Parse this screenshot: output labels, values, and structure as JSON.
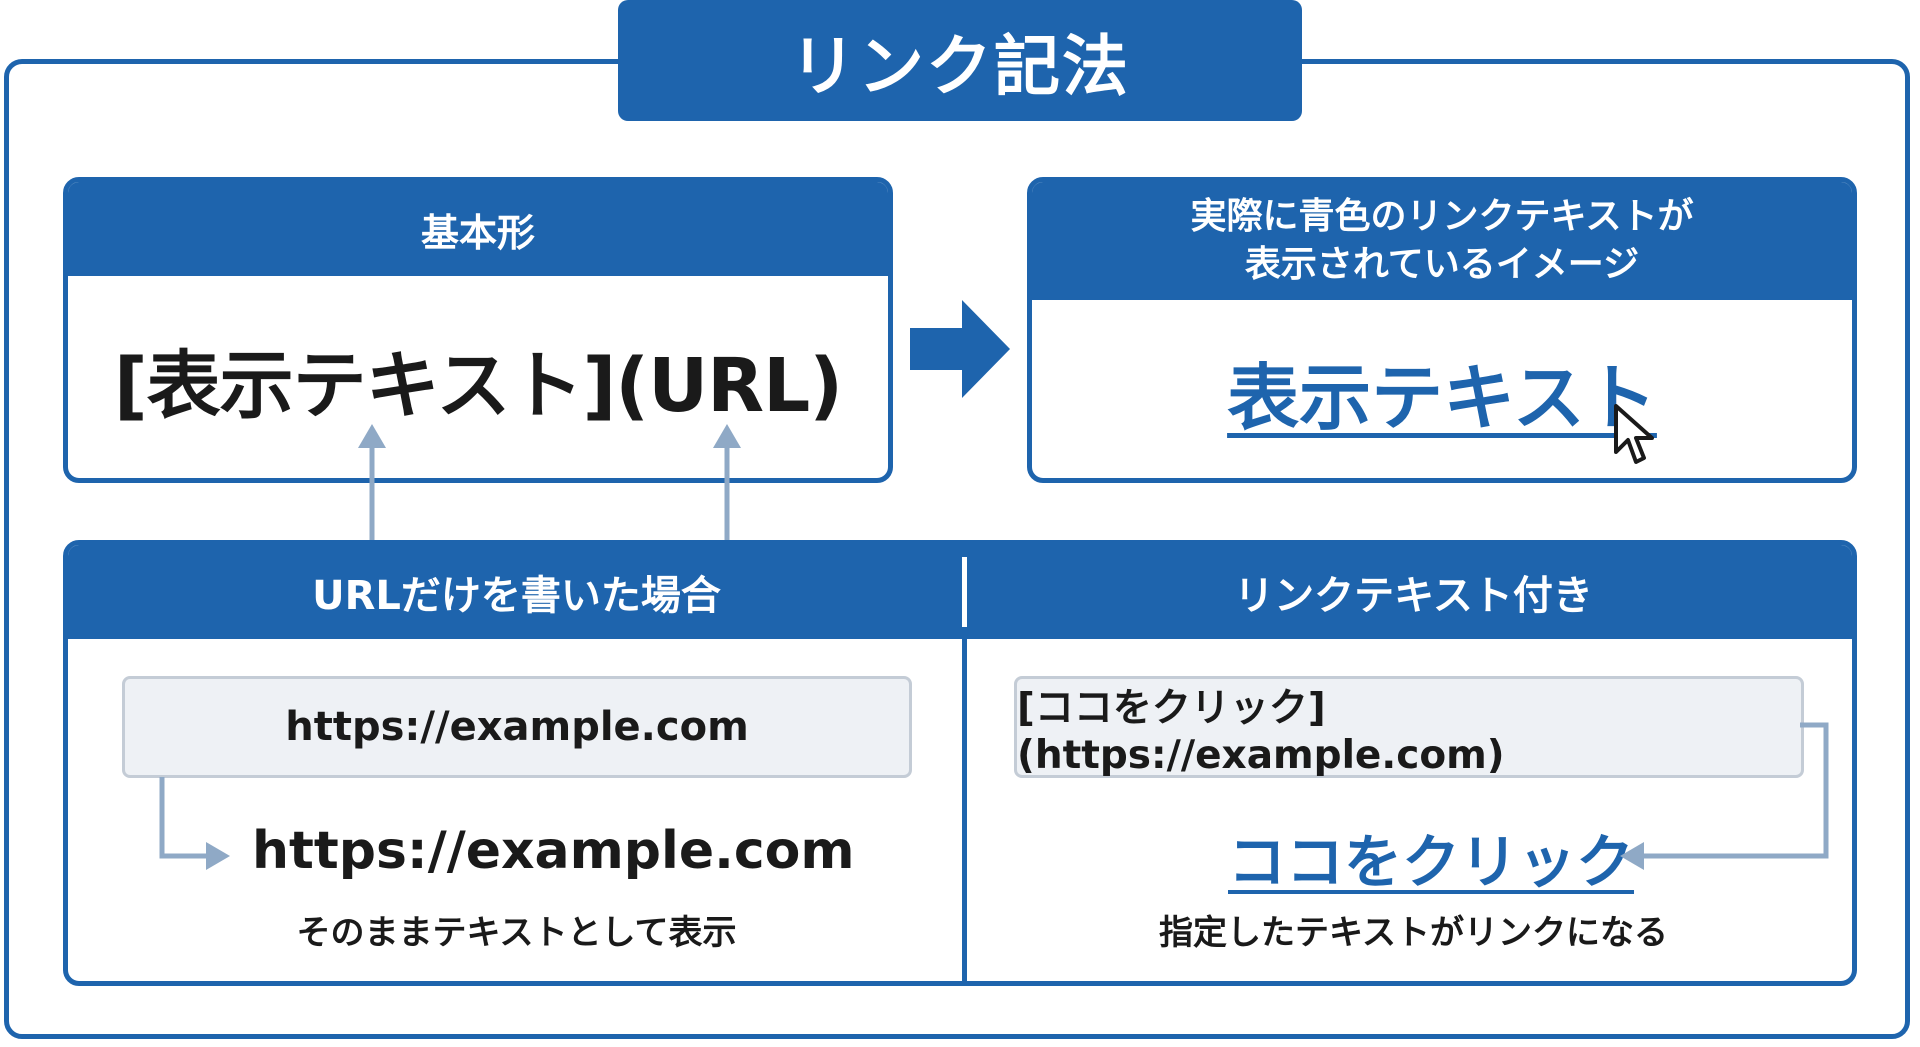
{
  "title": "リンク記法",
  "basic": {
    "header": "基本形",
    "syntax": "[表示テキスト](URL)"
  },
  "render": {
    "header_line1": "実際に青色のリンクテキストが",
    "header_line2": "表示されているイメージ",
    "link_text": "表示テキスト"
  },
  "url_only": {
    "header": "URLだけを書いた場合",
    "code": "https://example.com",
    "result": "https://example.com",
    "caption": "そのままテキストとして表示"
  },
  "with_text": {
    "header": "リンクテキスト付き",
    "code": "[ココをクリック](https://example.com)",
    "result": "ココをクリック",
    "caption": "指定したテキストがリンクになる"
  },
  "colors": {
    "accent": "#1e64ad",
    "connector": "#8fa9c6",
    "code_bg": "#eef1f5"
  },
  "icons": [
    "arrow-right-icon",
    "cursor-icon",
    "arrow-up-icon"
  ]
}
